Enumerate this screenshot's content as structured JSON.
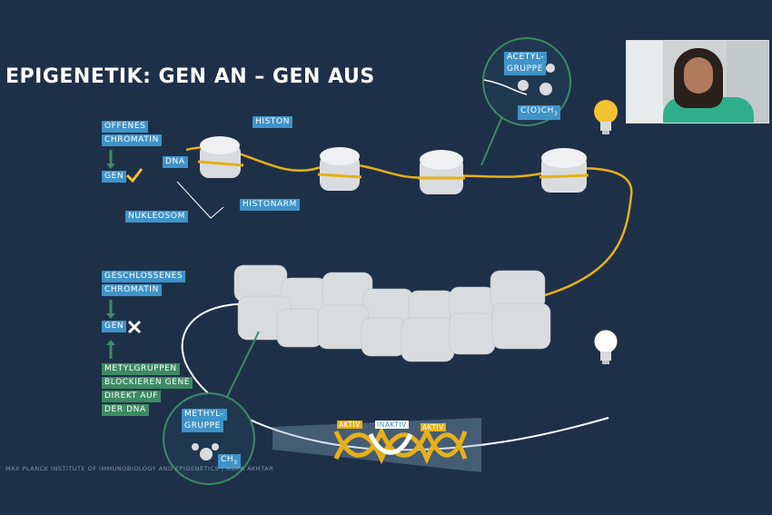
{
  "slide": {
    "title": "EPIGENETIK: GEN AN – GEN AUS",
    "footer": "MAX PLANCK INSTITUTE OF IMMUNOBIOLOGY AND EPIGENETICS | ASIFA AKHTAR"
  },
  "open_chromatin": {
    "line1": "OFFENES",
    "line2": "CHROMATIN",
    "gene": "GEN",
    "dna": "DNA",
    "histone": "HISTON",
    "histone_arm": "HISTONARM",
    "nucleosome": "NUKLEOSOM"
  },
  "acetyl": {
    "line1": "ACETYL-",
    "line2": "GRUPPE",
    "formula": "C(O)CH",
    "formula_sub": "3"
  },
  "closed_chromatin": {
    "line1": "GESCHLOSSENES",
    "line2": "CHROMATIN",
    "gene": "GEN",
    "note1": "METYLGRUPPEN",
    "note2": "BLOCKIEREN GENE",
    "note3": "DIREKT AUF",
    "note4": "DER DNA"
  },
  "methyl": {
    "line1": "METHYL-",
    "line2": "GRUPPE",
    "formula": "CH",
    "formula_sub": "3"
  },
  "dna_states": {
    "active1": "AKTIV",
    "inactive": "INAKTIV",
    "active2": "AKTIV"
  },
  "colors": {
    "background": "#1e3048",
    "label_blue": "#3f93c7",
    "label_green": "#3d8a63",
    "dna_yellow": "#e6b019",
    "bulb_on": "#f2c230"
  },
  "icons": [
    "check-icon",
    "cross-icon",
    "lightbulb-on-icon",
    "lightbulb-off-icon"
  ]
}
